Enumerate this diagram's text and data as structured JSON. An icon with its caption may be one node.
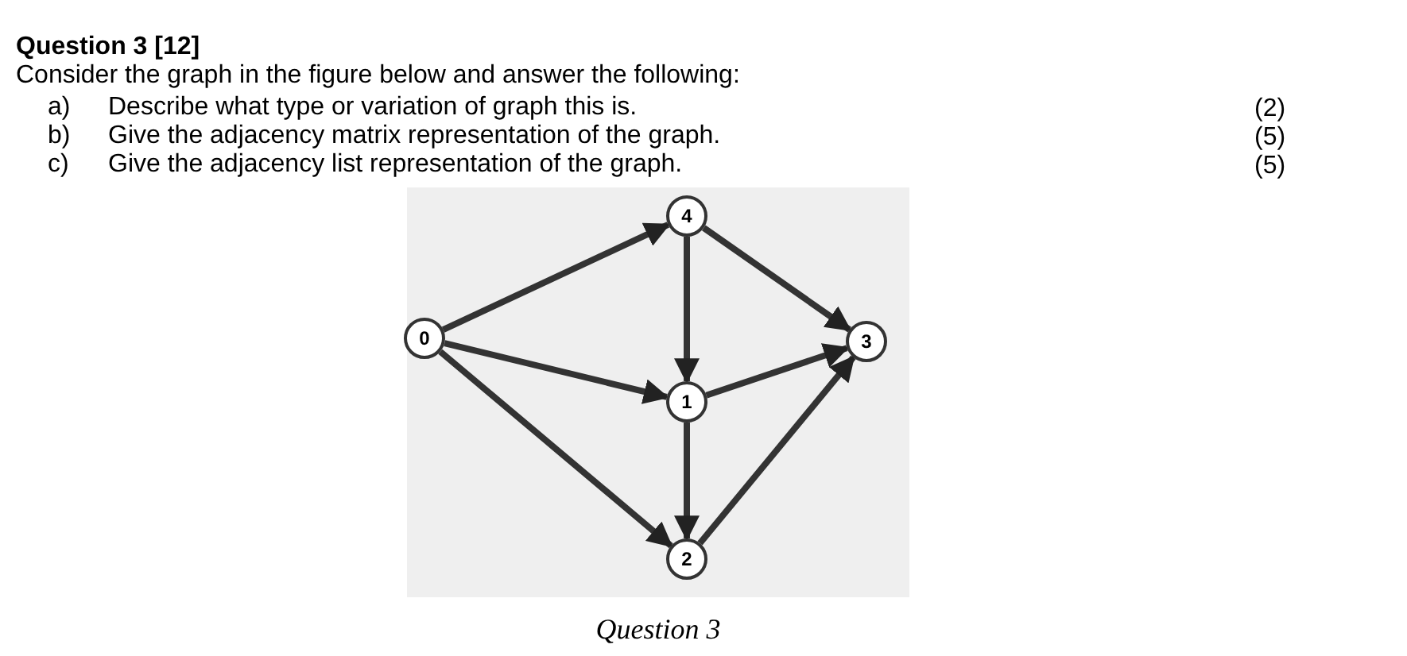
{
  "diagram": {
    "title": "Question 3 [12]",
    "caption": "Question 3",
    "nodes": [
      {
        "text": [
          "4"
        ]
      },
      {
        "text": [
          "0"
        ]
      },
      {
        "text": [
          "3"
        ]
      },
      {
        "text": [
          "1"
        ]
      },
      {
        "text": [
          "2"
        ]
      }
    ],
    "edges": [
      {
        "from": 1,
        "to": 0,
        "arrow": "to"
      },
      {
        "from": 1,
        "to": 3,
        "arrow": "to"
      },
      {
        "from": 1,
        "to": 4,
        "arrow": "to"
      },
      {
        "from": 0,
        "to": 3,
        "arrow": "to"
      },
      {
        "from": 0,
        "to": 2,
        "arrow": "to"
      },
      {
        "from": 3,
        "to": 2,
        "arrow": "to"
      },
      {
        "from": 3,
        "to": 4,
        "arrow": "to"
      },
      {
        "from": 4,
        "to": 2,
        "arrow": "to"
      }
    ],
    "labels": [
      "Consider the graph in the figure below and answer the following:",
      "a)",
      "Describe what type or variation of graph this is.",
      "(2)",
      "b)",
      "Give the adjacency matrix representation of the graph.",
      "(5)",
      "c)",
      "Give the adjacency list representation of the graph.",
      "(5)"
    ]
  }
}
